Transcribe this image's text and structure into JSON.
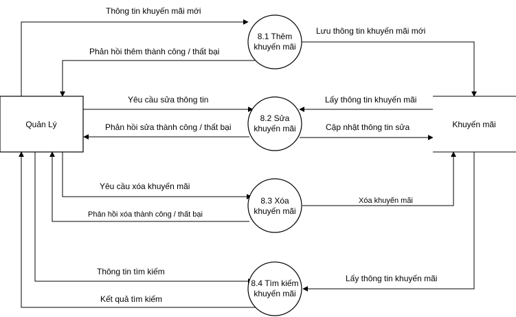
{
  "entities": {
    "manager": "Quản Lý",
    "store": "Khuyến mãi"
  },
  "processes": {
    "p1": [
      "8.1 Thêm",
      "khuyến mãi"
    ],
    "p2": [
      "8.2 Sửa",
      "khuyến mãi"
    ],
    "p3": [
      "8.3 Xóa",
      "khuyến mãi"
    ],
    "p4": [
      "8.4 Tìm kiếm",
      "khuyến mãi"
    ]
  },
  "flows": {
    "f1": "Thông tin khuyến mãi mới",
    "f2": "Phản hồi thêm thành công / thất bại",
    "f3": "Lưu thông tin khuyến mãi mới",
    "f4": "Yêu cầu sửa thông tin",
    "f5": "Phản hồi sửa thành công / thất bại",
    "f6": "Lấy thông tin khuyến mãi",
    "f7": "Cập nhật thông tin sửa",
    "f8": "Yêu cầu xóa khuyến mãi",
    "f9": "Phản hồi xóa thành công / thất bại",
    "f10": "Xóa khuyến mãi",
    "f11": "Thông tin tìm kiếm",
    "f12": "Kết quả tìm kiếm",
    "f13": "Lấy thông tin khuyến mãi"
  }
}
